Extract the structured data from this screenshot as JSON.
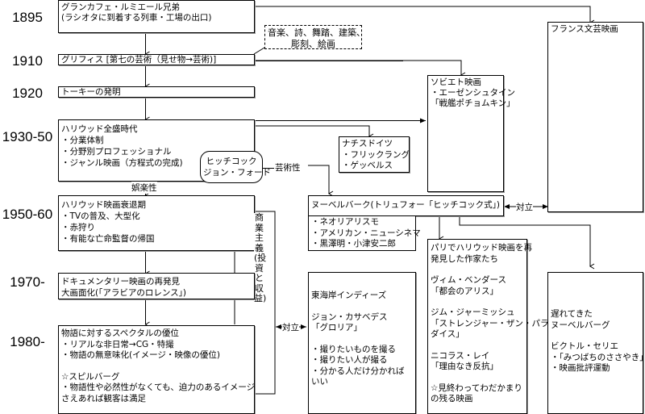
{
  "years": [
    "1895",
    "1910",
    "1920",
    "1930-50",
    "1950-60",
    "1970-",
    "1980-"
  ],
  "boxes": {
    "lumiere": [
      "グランカフェ・ルミエール兄弟",
      "(ラシオタに到着する列車・工場の出口)"
    ],
    "griffith": "グリフィス [第七の芸術（見せ物→芸術)]",
    "arts_note": [
      "音楽、詩、舞踏、建築、",
      "彫刻、絵画"
    ],
    "talkie": "トーキーの発明",
    "hollywood_golden": [
      "ハリウッド全盛時代",
      "・分業体制",
      "・分野別プロフェッショナル",
      "・ジャンル映画（方程式の完成)"
    ],
    "hitchcock": [
      "ヒッチコック",
      "ジョン・フォード"
    ],
    "nazi": [
      "ナチスドイツ",
      "・フリックラング",
      "・ゲッベルス"
    ],
    "soviet": [
      "ソビエト映画",
      "・エーゼンシュタイン",
      "「戦艦ポチョムキン」"
    ],
    "french": "フランス文芸映画",
    "hollywood_decline": [
      "ハリウッド映画衰退期",
      "・TVの普及、大型化",
      "・赤狩り",
      "・有能な亡命監督の帰国"
    ],
    "documentary": [
      "ドキュメンタリー映画の再発見",
      "大画面化(「アラビアのロレンス」)"
    ],
    "spectacle": [
      "物語に対するスペクタルの優位",
      "・リアルな非日常→CG・特撮",
      "・物語の無意味化(イメージ・映像の優位)",
      "",
      "☆スピルバーグ",
      "・物語性や必然性がなくても、迫力のあるイメージ",
      "さえあれば観客は満足"
    ],
    "nouvelle_vague": "ヌーベルバーク(トリュフォー「ヒッチコック式」)",
    "neo": [
      "・ネオリアリスモ",
      "・アメリカン・ニューシネマ",
      "・黒澤明・小津安二郎"
    ],
    "east_coast": [
      "東海岸インディーズ",
      "",
      "ジョン・カサベデス",
      "「グロリア」",
      "",
      "・撮りたいものを撮る",
      "・撮りたい人が撮る",
      "・分かる人だけ分かれば",
      "いい"
    ],
    "paris": [
      "パリでハリウッド映画を再",
      "発見した作家たち",
      "",
      "ヴィム・ベンダース",
      "「都会のアリス」",
      "",
      "ジム・ジャーミッシュ",
      "「ストレンジャー・ザン・パラ",
      "ダイス」",
      "",
      "ニコラス・レイ",
      "「理由なき反抗」",
      "",
      "☆見終わってわだかまり",
      "の残る映画"
    ],
    "late_nv": [
      "遅れてきた",
      "ヌーベルバーグ",
      "",
      "ビクトル・セリエ",
      "・「みつばちのささやき」",
      "・映画批評運動"
    ]
  },
  "labels": {
    "entertainment": "娯楽性",
    "artistry": "芸術性",
    "opposition_1": "対立",
    "opposition_2": "対立",
    "commercialism": "商業主義(投資と収益)"
  }
}
